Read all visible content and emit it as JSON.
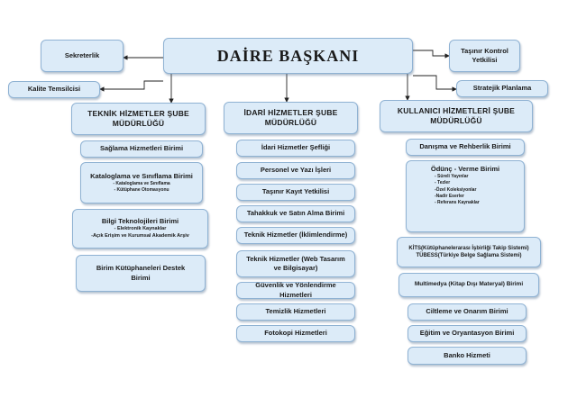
{
  "top": {
    "title": "DAİRE BAŞKANI",
    "left": [
      "Sekreterlik",
      "Kalite Temsilcisi"
    ],
    "right": [
      "Taşınır Kontrol Yetkilisi",
      "Stratejik Planlama"
    ]
  },
  "departments": [
    {
      "title": "TEKNİK HİZMETLER ŞUBE MÜDÜRLÜĞÜ",
      "units": [
        {
          "name": "Sağlama Hizmetleri Birimi"
        },
        {
          "name": "Kataloglama ve Sınıflama Birimi",
          "subs": [
            "- Kataloglama ve Sınıflama",
            "- Kütüphane Otomasyonu"
          ]
        },
        {
          "name": "Bilgi Teknolojileri Birimi",
          "subs": [
            "- Elektronik Kaynaklar",
            "-Açık Erişim ve Kurumsal Akademik Arşiv"
          ]
        },
        {
          "name": "Birim Kütüphaneleri Destek Birimi"
        }
      ]
    },
    {
      "title": "İDARİ HİZMETLER ŞUBE MÜDÜRLÜĞÜ",
      "units": [
        {
          "name": "İdari Hizmetler Şefliği"
        },
        {
          "name": "Personel ve Yazı İşleri"
        },
        {
          "name": "Taşınır Kayıt Yetkilisi"
        },
        {
          "name": "Tahakkuk ve Satın Alma Birimi"
        },
        {
          "name": "Teknik Hizmetler (İklimlendirme)"
        },
        {
          "name": "Teknik Hizmetler (Web Tasarım ve Bilgisayar)"
        },
        {
          "name": "Güvenlik ve Yönlendirme Hizmetleri"
        },
        {
          "name": "Temizlik Hizmetleri"
        },
        {
          "name": "Fotokopi Hizmetleri"
        }
      ]
    },
    {
      "title": "KULLANICI HİZMETLERİ ŞUBE MÜDÜRLÜĞÜ",
      "units": [
        {
          "name": "Danışma ve Rehberlik Birimi"
        },
        {
          "name": "Ödünç - Verme Birimi",
          "subs": [
            "- Süreli Yayınlar",
            "- Tezler",
            "-Özel Koleksiyonlar",
            "-Nadir Eserler",
            "- Referans Kaynaklar"
          ]
        },
        {
          "name": "KİTS(Kütüphanelerarası İşbirliği Takip Sistemi)",
          "name2": "TÜBESS(Türkiye Belge Sağlama Sistemi)"
        },
        {
          "name": "Multimedya (Kitap Dışı Materyal) Birimi"
        },
        {
          "name": "Ciltleme ve Onarım Birimi"
        },
        {
          "name": "Eğitim ve Oryantasyon Birimi"
        },
        {
          "name": "Banko Hizmeti"
        }
      ]
    }
  ]
}
